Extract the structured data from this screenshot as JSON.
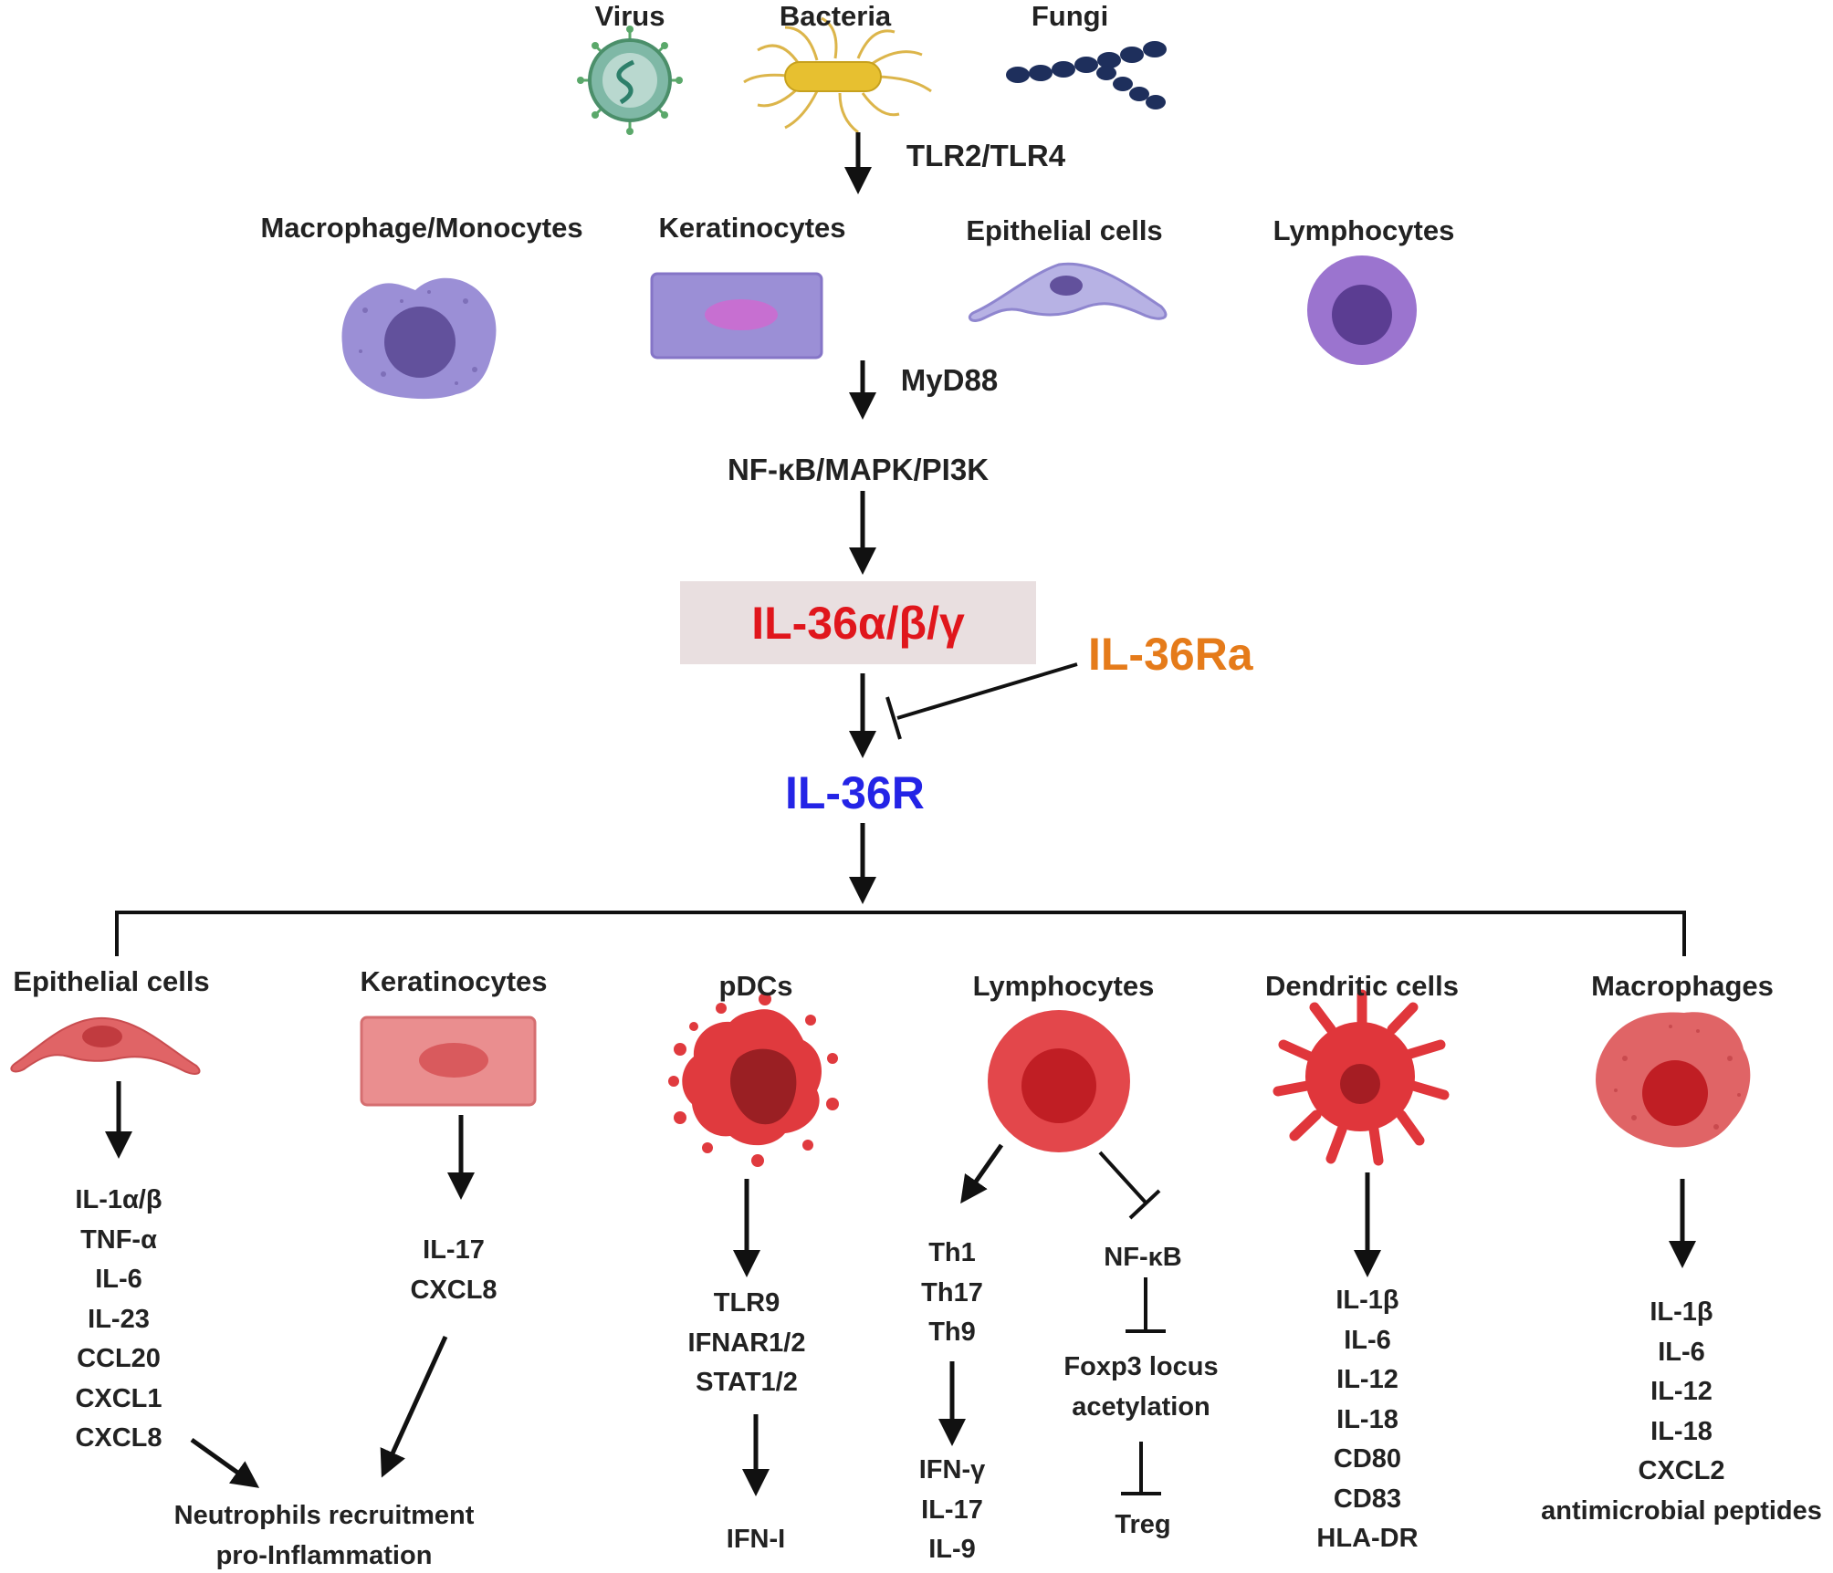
{
  "colors": {
    "ligand": "#e0161c",
    "antagonist": "#e57b1a",
    "receptor": "#2424e6",
    "upper_cells": "#9b8fd6",
    "upper_nucleus": "#62519c",
    "lower_cells": "#e06466",
    "lower_nucleus": "#b71f26",
    "arrow": "#111111"
  },
  "pathogens": [
    {
      "label": "Virus",
      "icon": "virus-icon"
    },
    {
      "label": "Bacteria",
      "icon": "bacteria-icon"
    },
    {
      "label": "Fungi",
      "icon": "fungi-icon"
    }
  ],
  "pathway": {
    "tlr": "TLR2/TLR4",
    "adaptor": "MyD88",
    "signaling": "NF-κB/MAPK/PI3K"
  },
  "source_cells": [
    {
      "label": "Macrophage/Monocytes",
      "icon": "macrophage-monocyte-icon"
    },
    {
      "label": "Keratinocytes",
      "icon": "keratinocyte-icon"
    },
    {
      "label": "Epithelial cells",
      "icon": "epithelial-cell-icon"
    },
    {
      "label": "Lymphocytes",
      "icon": "lymphocyte-icon"
    }
  ],
  "ligand": "IL-36α/β/γ",
  "antagonist": "IL-36Ra",
  "receptor": "IL-36R",
  "target_cells": [
    {
      "label": "Epithelial cells",
      "icon": "epithelial-cell-icon",
      "products": [
        "IL-1α/β",
        "TNF-α",
        "IL-6",
        "IL-23",
        "CCL20",
        "CXCL1",
        "CXCL8"
      ]
    },
    {
      "label": "Keratinocytes",
      "icon": "keratinocyte-icon",
      "products": [
        "IL-17",
        "CXCL8"
      ]
    },
    {
      "label": "pDCs",
      "icon": "pdc-icon",
      "products": [
        "TLR9",
        "IFNAR1/2",
        "STAT1/2"
      ],
      "final": "IFN-I"
    },
    {
      "label": "Lymphocytes",
      "icon": "lymphocyte-icon",
      "subsets": [
        "Th1",
        "Th17",
        "Th9"
      ],
      "cytokines": [
        "IFN-γ",
        "IL-17",
        "IL-9"
      ],
      "inhibition": {
        "nfkb": "NF-κB",
        "foxp3": [
          "Foxp3 locus",
          "acetylation"
        ],
        "treg": "Treg"
      }
    },
    {
      "label": "Dendritic cells",
      "icon": "dendritic-cell-icon",
      "products": [
        "IL-1β",
        "IL-6",
        "IL-12",
        "IL-18",
        "CD80",
        "CD83",
        "HLA-DR"
      ]
    },
    {
      "label": "Macrophages",
      "icon": "macrophage-icon",
      "products": [
        "IL-1β",
        "IL-6",
        "IL-12",
        "IL-18",
        "CXCL2",
        "antimicrobial peptides"
      ]
    }
  ],
  "neutrophil_outcome": [
    "Neutrophils recruitment",
    "pro-Inflammation"
  ]
}
